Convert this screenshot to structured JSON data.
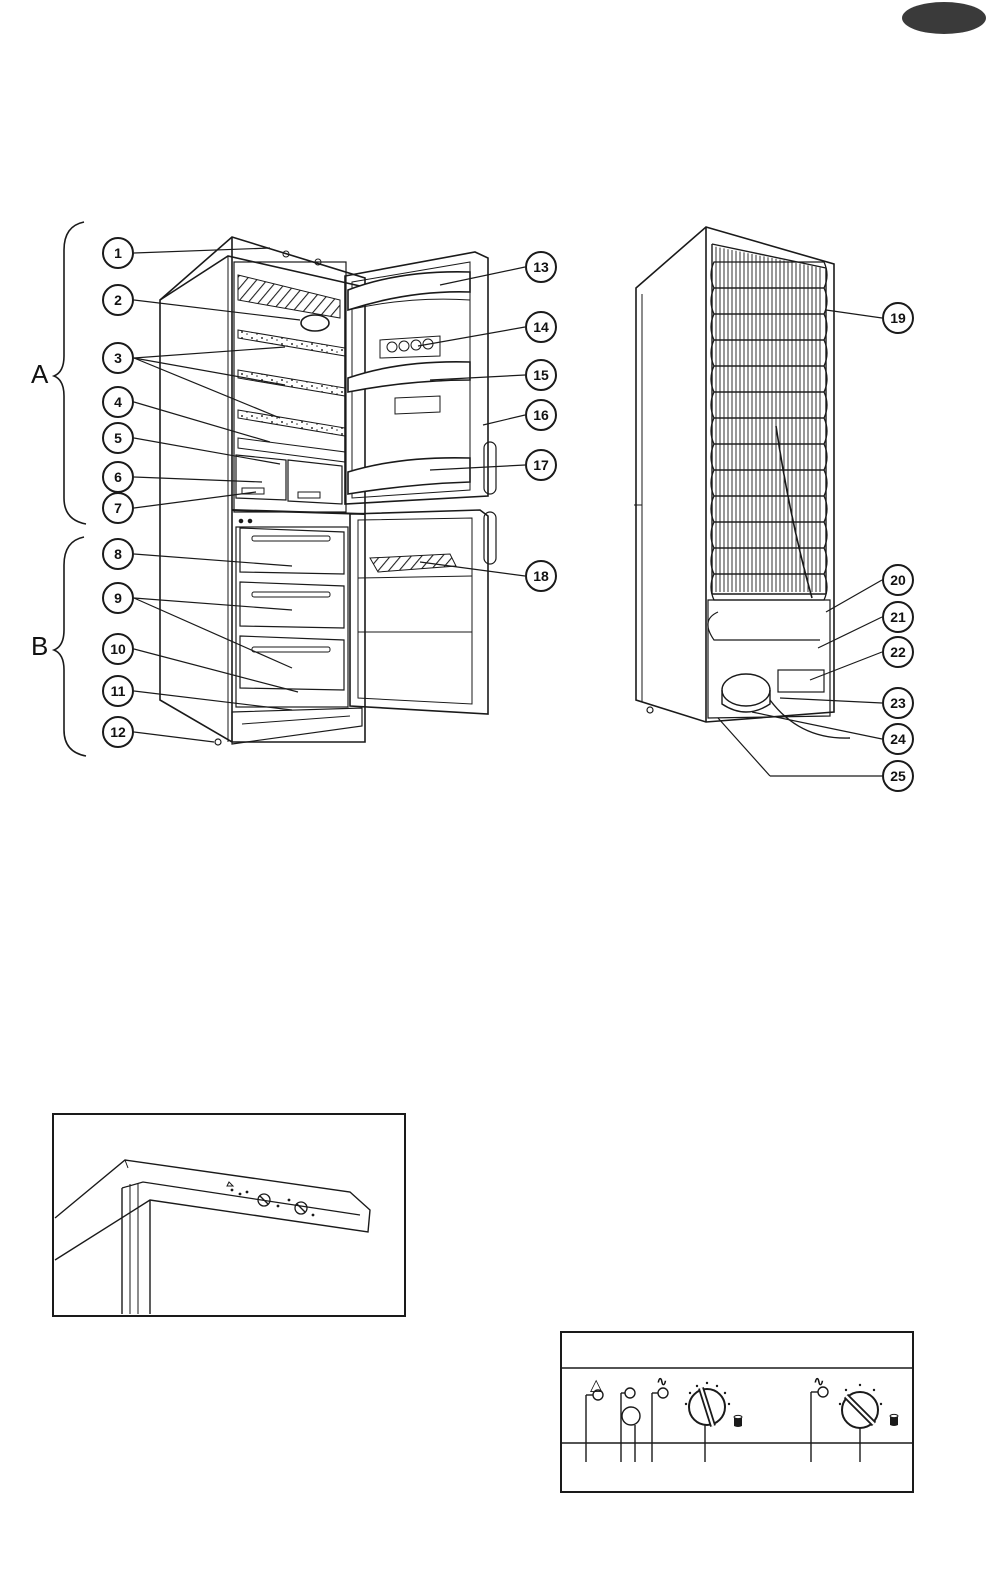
{
  "page": {
    "lang_tab_color": "#3a3a3a",
    "line_color": "#1a1a1a"
  },
  "figure1": {
    "sections": [
      {
        "letter": "A"
      },
      {
        "letter": "B"
      }
    ],
    "callouts": [
      "1",
      "2",
      "3",
      "4",
      "5",
      "6",
      "7",
      "8",
      "9",
      "10",
      "11",
      "12",
      "13",
      "14",
      "15",
      "16",
      "17",
      "18",
      "19",
      "20",
      "21",
      "22",
      "23",
      "24",
      "25"
    ]
  },
  "figure2": {
    "description_icons": [
      "control-knob-icon",
      "control-knob-icon"
    ]
  },
  "figure3": {
    "symbols": {
      "alarm": "△",
      "fridge_wave": "∿",
      "freezer_wave": "∿"
    }
  }
}
